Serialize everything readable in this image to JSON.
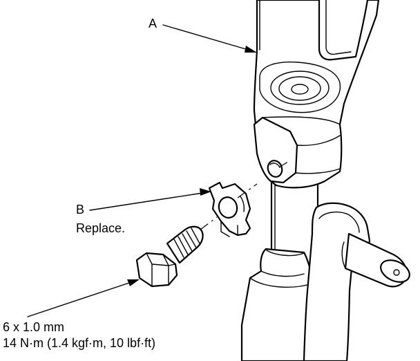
{
  "callouts": {
    "a": {
      "letter": "A"
    },
    "b": {
      "letter": "B",
      "note": "Replace."
    },
    "bolt": {
      "size": "6 x 1.0 mm",
      "torque": "14 N·m (1.4 kgf·m, 10 lbf·ft)"
    }
  },
  "icons": {
    "knuckle": "steering-knuckle-icon",
    "lock_tab": "lock-tab-washer-icon",
    "bolt": "flange-bolt-icon",
    "shock": "shock-absorber-icon",
    "link": "stabilizer-link-icon"
  },
  "colors": {
    "ink": "#000000",
    "paper": "#ffffff"
  }
}
